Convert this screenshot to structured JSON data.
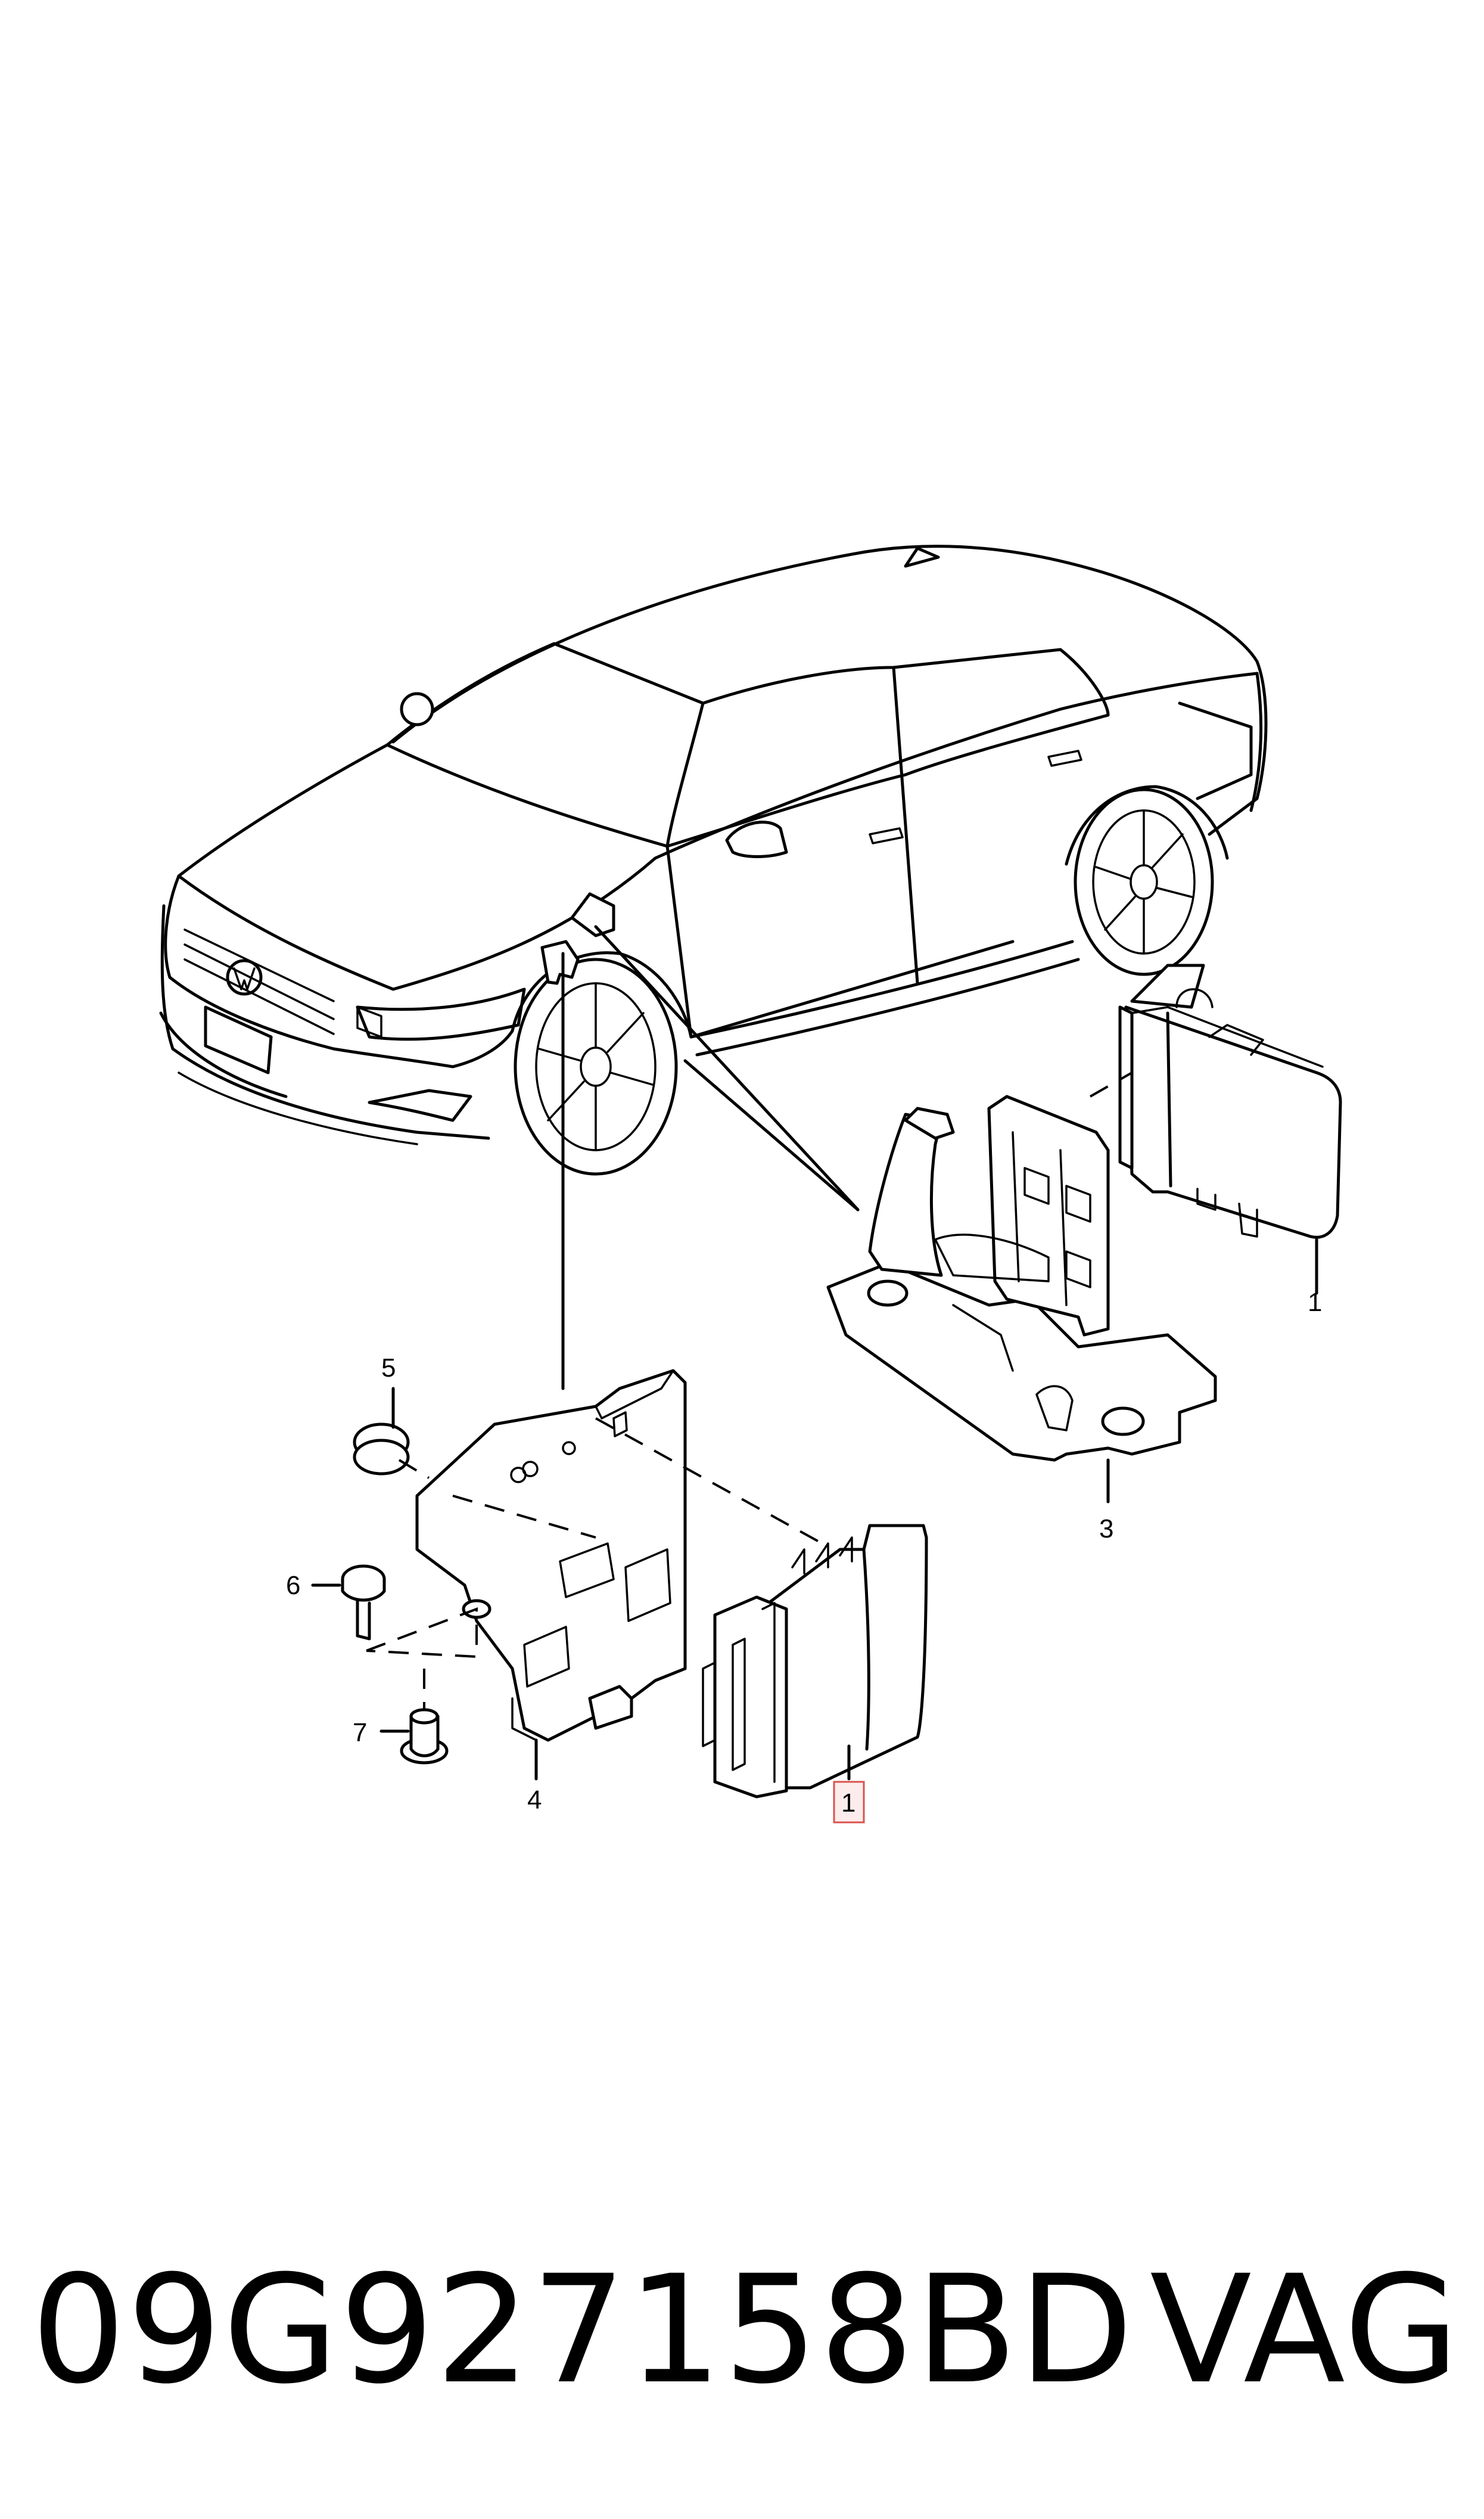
{
  "callouts": {
    "c1_upper": "1",
    "c1_lower": "1",
    "c3": "3",
    "c4": "4",
    "c5": "5",
    "c6": "6",
    "c7": "7"
  },
  "footer": {
    "part_number": "09G927158BD",
    "brand": "VAG"
  },
  "colors": {
    "highlight_fill": "#fdecec",
    "highlight_stroke": "#d9534f"
  }
}
